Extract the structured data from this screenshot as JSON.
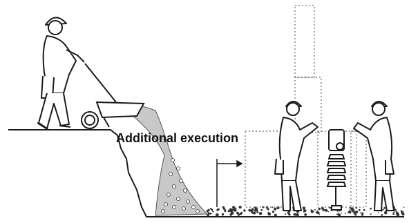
{
  "annotation": {
    "label": "Additional execution"
  },
  "colors": {
    "line": "#1a1a1a",
    "fill": "#ffffff",
    "slurry": "#c8c8c8",
    "dotted": "#666666",
    "gravel": "#333333"
  },
  "figures": [
    {
      "name": "worker-pushing-wheelbarrow",
      "icon": "worker-icon"
    },
    {
      "name": "worker-left-of-rammer",
      "icon": "worker-icon"
    },
    {
      "name": "worker-right-of-rammer",
      "icon": "worker-icon"
    }
  ]
}
